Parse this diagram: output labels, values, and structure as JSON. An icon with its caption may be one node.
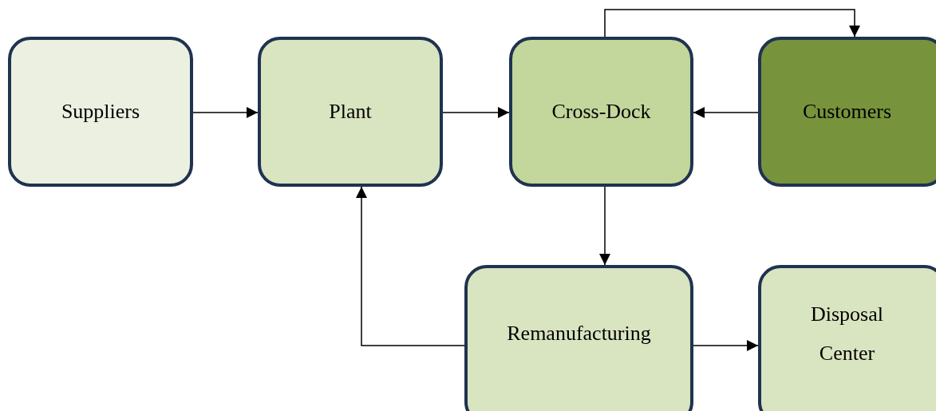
{
  "diagram": {
    "nodes": [
      {
        "text": [
          "Suppliers"
        ]
      },
      {
        "text": [
          "Plant"
        ]
      },
      {
        "text": [
          "Cross-Dock"
        ]
      },
      {
        "text": [
          "Customers"
        ]
      },
      {
        "text": [
          "Remanufacturing"
        ]
      },
      {
        "text": [
          "Disposal Center"
        ]
      }
    ],
    "edges": [
      {
        "from": 0,
        "to": 1,
        "arrow": "to"
      },
      {
        "from": 1,
        "to": 2,
        "arrow": "to"
      },
      {
        "from": 3,
        "to": 2,
        "arrow": "to"
      },
      {
        "from": 2,
        "to": 3,
        "arrow": "to"
      },
      {
        "from": 2,
        "to": 4,
        "arrow": "to"
      },
      {
        "from": 4,
        "to": 1,
        "arrow": "to"
      },
      {
        "from": 4,
        "to": 5,
        "arrow": "to"
      }
    ]
  }
}
